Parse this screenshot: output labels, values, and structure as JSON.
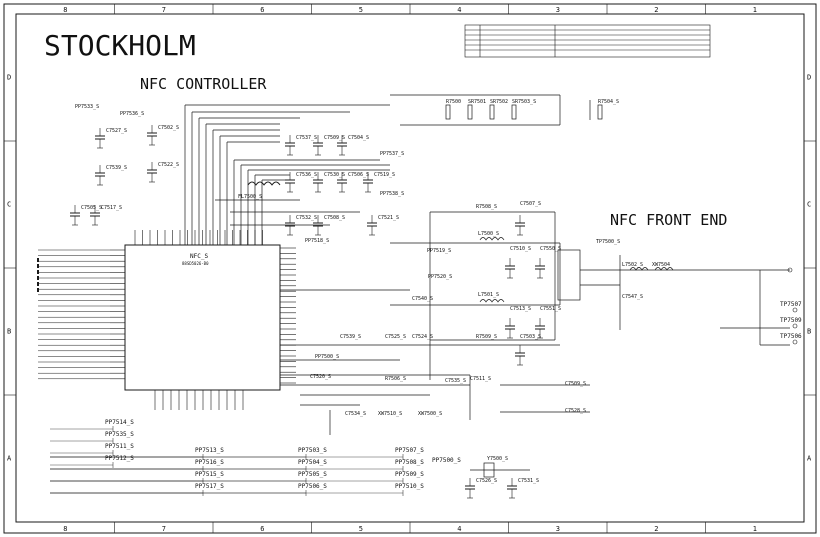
{
  "title": "STOCKHOLM",
  "sections": {
    "controller": "NFC CONTROLLER",
    "front_end": "NFC FRONT END"
  },
  "border": {
    "columns": [
      "8",
      "7",
      "6",
      "5",
      "4",
      "3",
      "2",
      "1"
    ],
    "rows": [
      "D",
      "C",
      "B",
      "A"
    ]
  },
  "ic": {
    "ref": "NFC_S",
    "part": "88SD5026-B0"
  },
  "filter_ic": {
    "ref": "FL7500_S"
  },
  "crystal": {
    "ref": "Y7500_S"
  },
  "refs": {
    "top_left": [
      "PP7533_S",
      "PP7536_S",
      "C7527_S",
      "C7502_S",
      "C7539_S",
      "C7522_S",
      "C7505_S",
      "C7517_S"
    ],
    "top_mid": [
      "C7537_S",
      "C7509_S",
      "C7504_S",
      "PP7537_S",
      "C7536_S",
      "C7530_S",
      "C7506_S",
      "C7519_S",
      "PP7538_S",
      "C7532_S",
      "C7508_S",
      "C7521_S",
      "PP7518_S"
    ],
    "resistors": [
      "R7500",
      "SR7501",
      "SR7502",
      "SR7503_S",
      "R7504_S"
    ],
    "front_end": [
      "R7508_S",
      "C7507_S",
      "PP7519_S",
      "L7500_S",
      "C7510_S",
      "C7550_S",
      "PP7520_S",
      "L7501_S",
      "C7513_S",
      "C7551_S",
      "R7509_S",
      "C7503_S",
      "TP7500_S",
      "L7502_S",
      "XW7504",
      "C7547_S",
      "C7540_S"
    ],
    "right_edge": [
      "TP7507",
      "TP7509",
      "TP7506"
    ],
    "mid_lower": [
      "C7539_S",
      "C7525_S",
      "C7524_S",
      "PP7500_S",
      "C7520_S",
      "R7506_S",
      "C7535_S",
      "C7511_S",
      "C7534_S",
      "XW7510_S",
      "XW7500_S",
      "C7509_S",
      "C7528_S"
    ],
    "bottom_left": [
      "PP7514_S",
      "PP7535_S",
      "PP7511_S",
      "PP7512_S",
      "PP7513_S",
      "PP7516_S",
      "PP7515_S",
      "PP7517_S"
    ],
    "bottom_mid": [
      "PP7503_S",
      "PP7504_S",
      "PP7505_S",
      "PP7506_S",
      "PP7507_S",
      "PP7508_S",
      "PP7509_S",
      "PP7510_S"
    ],
    "bottom_right": [
      "PP7500_S",
      "C7526_S",
      "C7531_S"
    ]
  },
  "colors": {
    "ink": "#1a1a1a",
    "paper": "#ffffff"
  }
}
